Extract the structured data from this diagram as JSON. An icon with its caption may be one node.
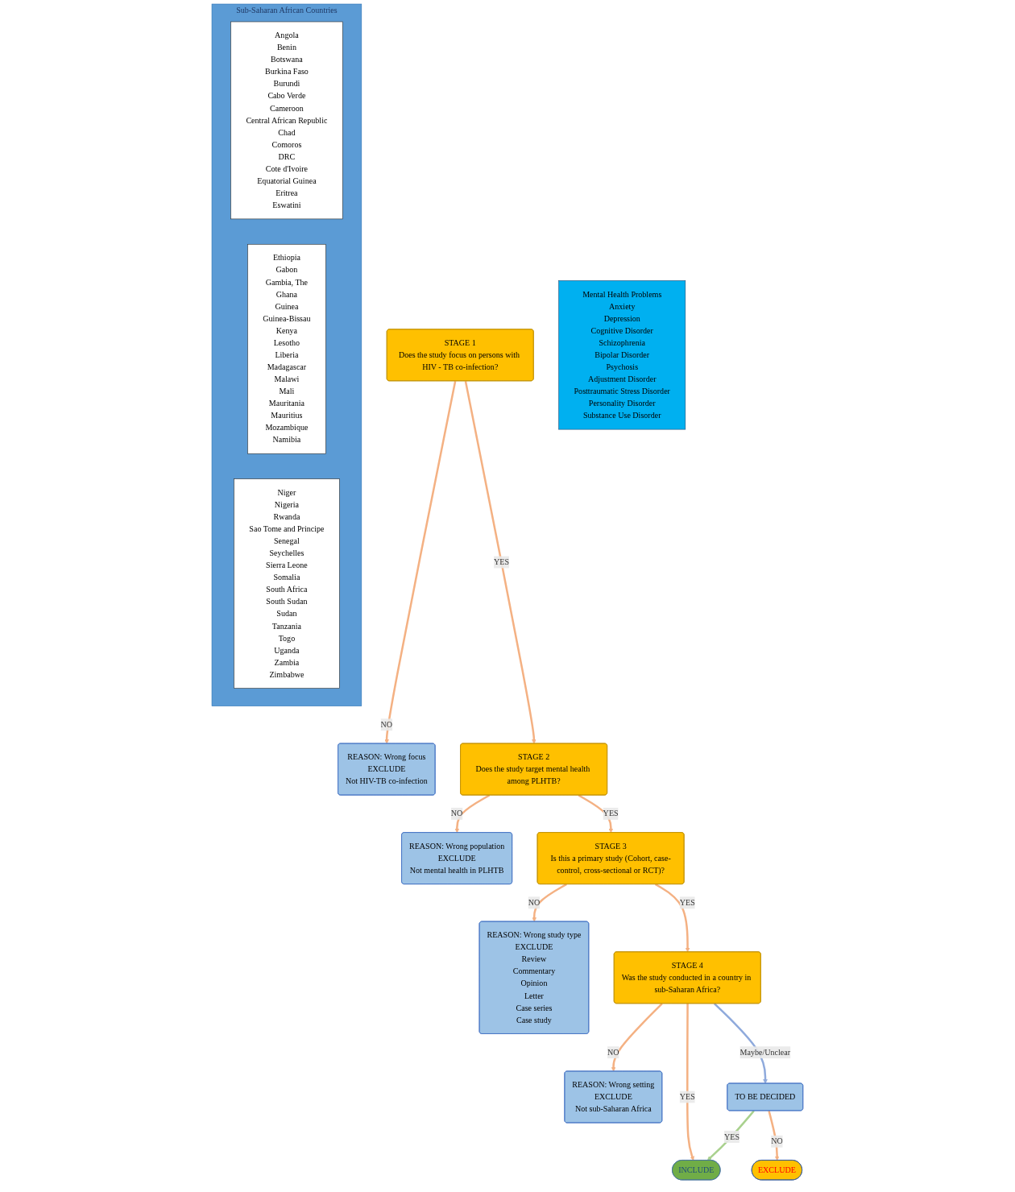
{
  "diagram": {
    "nodes": [
      {
        "text": [
          "STAGE 1",
          "Does the study focus on persons with HIV - TB co-infection?"
        ]
      },
      {
        "text": [
          "REASON: Wrong focus",
          "EXCLUDE",
          "Not HIV-TB co-infection"
        ]
      },
      {
        "text": [
          "Mental Health Problems",
          "Anxiety",
          "Depression",
          "Cognitive Disorder",
          "Schizophrenia",
          "Bipolar Disorder",
          "Psychosis",
          "Adjustment Disorder",
          "Posttraumatic Stress Disorder",
          "Personality Disorder",
          "Substance Use Disorder"
        ]
      },
      {
        "text": [
          "STAGE 2",
          "Does the study target mental health among PLHTB?"
        ]
      },
      {
        "text": [
          "REASON: Wrong population",
          "EXCLUDE",
          "Not mental health in PLHTB"
        ]
      },
      {
        "text": [
          "STAGE 3",
          "Is this a primary study (Cohort, case-control, cross-sectional or RCT)?"
        ]
      },
      {
        "text": [
          "REASON: Wrong study type",
          "EXCLUDE",
          "Review",
          "Commentary",
          "Opinion",
          "Letter",
          "Case series",
          "Case study"
        ]
      },
      {
        "text": [
          "Sub-Saharan African Countries"
        ]
      },
      {
        "text": [
          "Angola",
          "Benin",
          "Botswana",
          "Burkina Faso",
          "Burundi",
          "Cabo Verde",
          "Cameroon",
          "Central African Republic",
          "Chad",
          "Comoros",
          "DRC",
          "Cote d'Ivoire",
          "Equatorial Guinea",
          "Eritrea",
          "Eswatini"
        ],
        "in": 7
      },
      {
        "text": [
          "Ethiopia",
          "Gabon",
          "Gambia, The",
          "Ghana",
          "Guinea",
          "Guinea-Bissau",
          "Kenya",
          "Lesotho",
          "Liberia",
          "Madagascar",
          "Malawi",
          "Mali",
          "Mauritania",
          "Mauritius",
          "Mozambique",
          "Namibia"
        ],
        "in": 7
      },
      {
        "text": [
          "Niger",
          "Nigeria",
          "Rwanda",
          "Sao Tome and Principe",
          "Senegal",
          "Seychelles",
          "Sierra Leone",
          "Somalia",
          "South Africa",
          "South Sudan",
          "Sudan",
          "Tanzania",
          "Togo",
          "Uganda",
          "Zambia",
          "Zimbabwe"
        ],
        "in": 7
      },
      {
        "text": [
          "STAGE 4",
          "Was the study conducted in a country in sub-Saharan Africa?"
        ]
      },
      {
        "text": [
          "REASON: Wrong setting",
          "EXCLUDE",
          "Not sub-Saharan Africa"
        ]
      },
      {
        "text": [
          "TO BE DECIDED"
        ]
      },
      {
        "text": [
          "INCLUDE"
        ]
      },
      {
        "text": [
          "EXCLUDE"
        ]
      }
    ],
    "edges": [
      {
        "from": 0,
        "to": 1,
        "arrow": "to",
        "label": "NO"
      },
      {
        "from": 0,
        "to": 3,
        "arrow": "to",
        "label": "YES"
      },
      {
        "from": 3,
        "to": 4,
        "arrow": "to",
        "label": "NO"
      },
      {
        "from": 3,
        "to": 5,
        "arrow": "to",
        "label": "YES"
      },
      {
        "from": 5,
        "to": 6,
        "arrow": "to",
        "label": "NO"
      },
      {
        "from": 5,
        "to": 11,
        "arrow": "to",
        "label": "YES"
      },
      {
        "from": 11,
        "to": 12,
        "arrow": "to",
        "label": "NO"
      },
      {
        "from": 11,
        "to": 14,
        "arrow": "to",
        "label": "YES"
      },
      {
        "from": 11,
        "to": 13,
        "arrow": "to",
        "label": "Maybe/Unclear",
        "color": "#8faadc"
      },
      {
        "from": 13,
        "to": 15,
        "arrow": "to",
        "label": "NO"
      },
      {
        "from": 13,
        "to": 14,
        "arrow": "to",
        "label": "YES",
        "color": "#a9d18e"
      }
    ]
  }
}
